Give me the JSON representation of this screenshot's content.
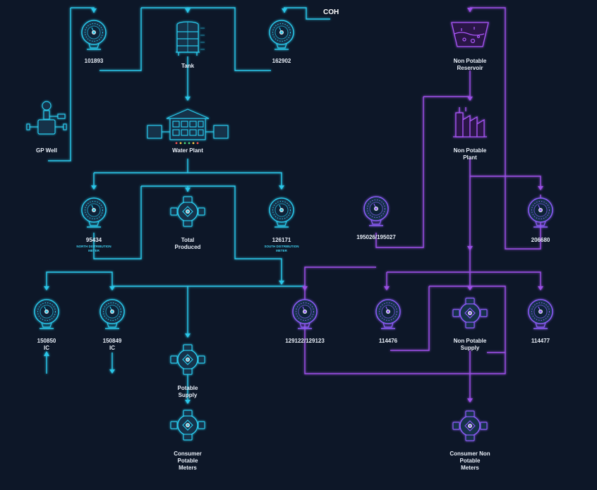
{
  "colors": {
    "background": "#0d1728",
    "potable": "#29c6e8",
    "non_potable": "#9b4fe6",
    "text": "#e8eef7"
  },
  "coh_label": "COH",
  "nodes": {
    "meter_101893": {
      "label": "101893",
      "icon": "meter-icon"
    },
    "tank": {
      "label": "Tank",
      "icon": "tank-icon"
    },
    "meter_162902": {
      "label": "162902",
      "icon": "meter-icon"
    },
    "gp_well": {
      "label": "GP Well",
      "icon": "well-icon"
    },
    "water_plant": {
      "label": "Water Plant",
      "icon": "plant-building-icon"
    },
    "meter_95434": {
      "label": "95434",
      "sub": "NORTH DISTRIBUTION\nMETER",
      "icon": "meter-icon"
    },
    "total_produced": {
      "label": "Total\nProduced",
      "icon": "valve-icon"
    },
    "meter_126171": {
      "label": "126171",
      "sub": "SOUTH DISTRIBUTION\nMETER",
      "icon": "meter-icon"
    },
    "meter_150850": {
      "label": "150850",
      "sub": "IC",
      "icon": "meter-icon"
    },
    "meter_150849": {
      "label": "150849",
      "sub": "IC",
      "icon": "meter-icon"
    },
    "potable_supply": {
      "label": "Potable\nSupply",
      "icon": "valve-icon"
    },
    "consumer_potable": {
      "label": "Consumer\nPotable\nMeters",
      "icon": "valve-icon"
    },
    "np_reservoir": {
      "label": "Non Potable\nReservoir",
      "icon": "reservoir-icon"
    },
    "np_plant": {
      "label": "Non Potable\nPlant",
      "icon": "factory-icon"
    },
    "meter_195026": {
      "label": "195026/195027",
      "icon": "meter-icon"
    },
    "meter_206680": {
      "label": "206680",
      "icon": "meter-icon"
    },
    "meter_129122": {
      "label": "129122/129123",
      "icon": "meter-icon"
    },
    "meter_114476": {
      "label": "114476",
      "icon": "meter-icon"
    },
    "np_supply": {
      "label": "Non Potable\nSupply",
      "icon": "valve-icon"
    },
    "meter_114477": {
      "label": "114477",
      "icon": "meter-icon"
    },
    "consumer_np": {
      "label": "Consumer Non\nPotable\nMeters",
      "icon": "valve-icon"
    }
  }
}
